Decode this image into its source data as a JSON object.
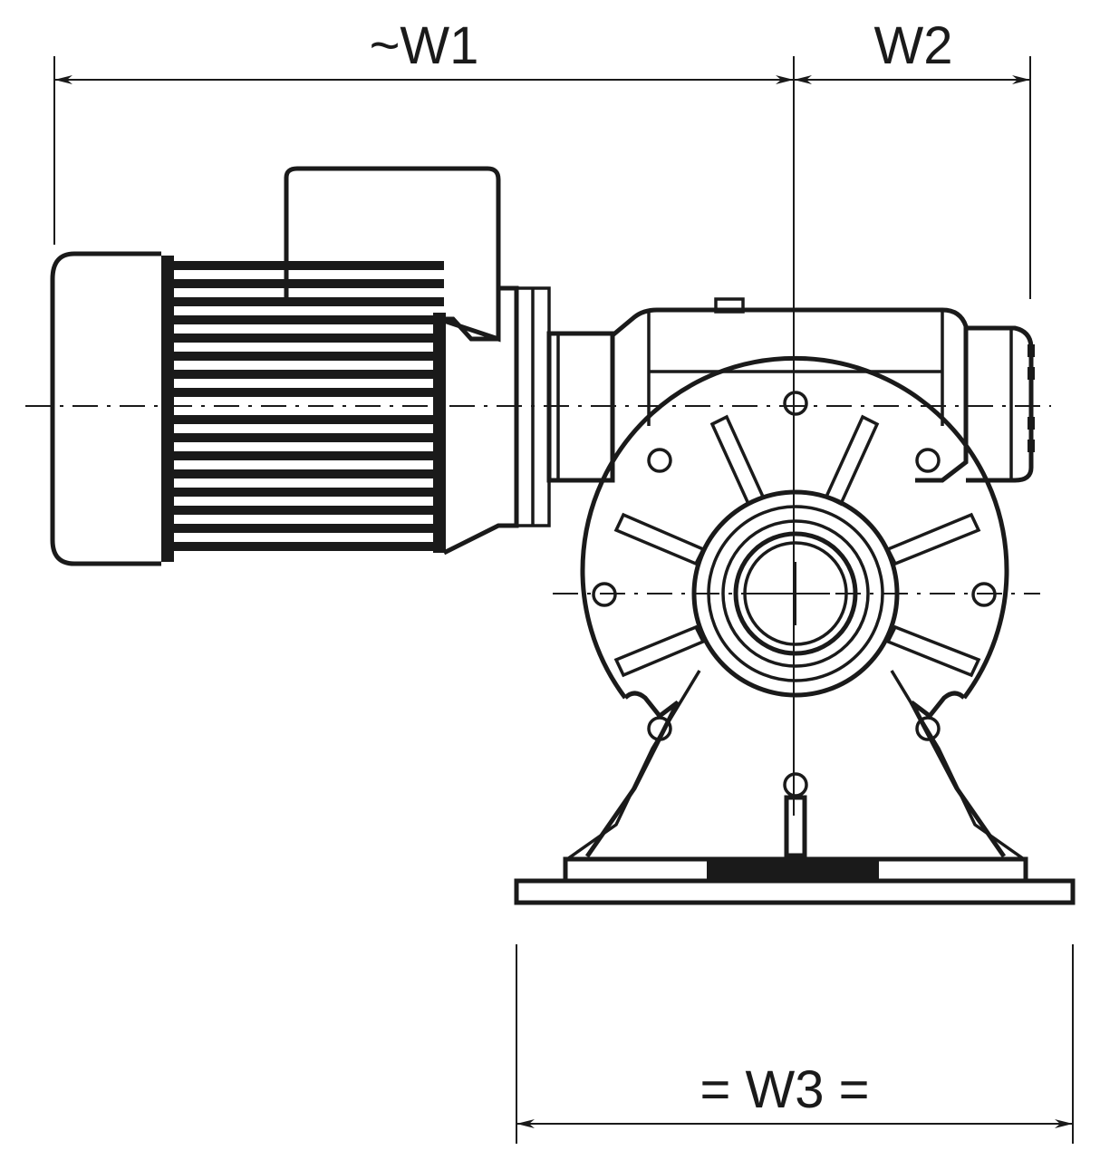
{
  "dimensions": {
    "w1": "~W1",
    "w2": "W2",
    "w3": "= W3 ="
  },
  "colors": {
    "line": "#1a1a1a",
    "background": "#ffffff"
  }
}
